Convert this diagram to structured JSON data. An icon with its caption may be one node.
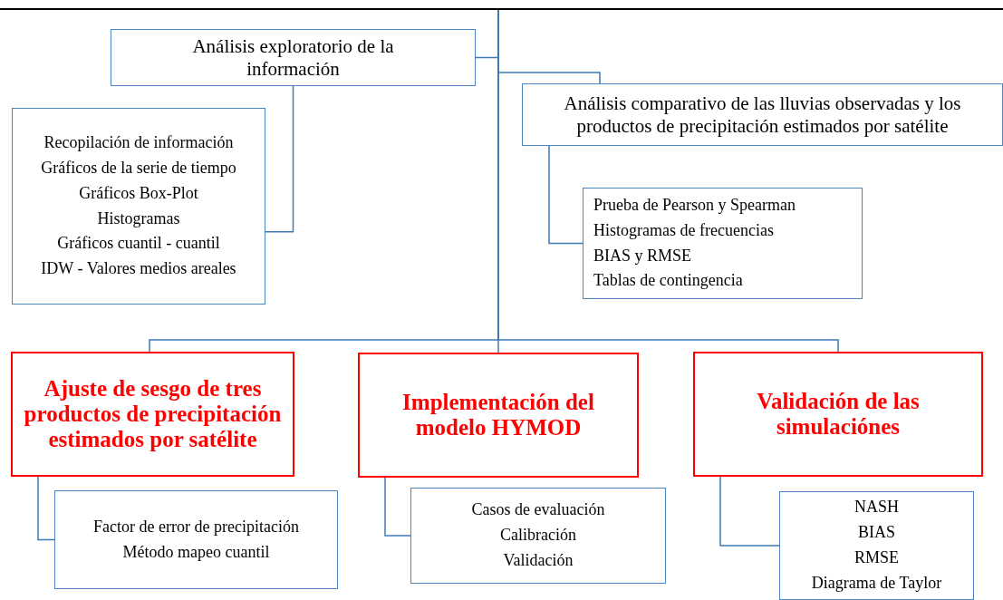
{
  "diagram": {
    "nodes": [
      {
        "text": [
          "Análisis exploratorio de la información"
        ]
      },
      {
        "text": [
          "Recopilación de información",
          "Gráficos de la serie de tiempo",
          "Gráficos Box-Plot",
          "Histogramas",
          "Gráficos cuantil - cuantil",
          "IDW - Valores medios areales"
        ]
      },
      {
        "text": [
          "Análisis comparativo de las lluvias observadas y los productos de precipitación estimados por satélite"
        ]
      },
      {
        "text": [
          "Prueba de Pearson y Spearman",
          "Histogramas de frecuencias",
          "BIAS y RMSE",
          "Tablas de contingencia"
        ]
      },
      {
        "text": [
          "Ajuste de sesgo de tres productos de precipitación estimados por satélite"
        ]
      },
      {
        "text": [
          "Factor de error de precipitación",
          "Método mapeo cuantil"
        ]
      },
      {
        "text": [
          "Implementación del modelo HYMOD"
        ]
      },
      {
        "text": [
          "Casos de evaluación",
          "Calibración",
          "Validación"
        ]
      },
      {
        "text": [
          "Validación de las simulaciónes"
        ]
      },
      {
        "text": [
          "NASH",
          "BIAS",
          "RMSE",
          "Diagrama de Taylor"
        ]
      }
    ],
    "edges": [
      {
        "from": null,
        "to": 0,
        "arrow": "none"
      },
      {
        "from": null,
        "to": 2,
        "arrow": "none"
      },
      {
        "from": null,
        "to": 4,
        "arrow": "none"
      },
      {
        "from": null,
        "to": 6,
        "arrow": "none"
      },
      {
        "from": null,
        "to": 8,
        "arrow": "none"
      },
      {
        "from": 0,
        "to": 1,
        "arrow": "none"
      },
      {
        "from": 2,
        "to": 3,
        "arrow": "none"
      },
      {
        "from": 4,
        "to": 5,
        "arrow": "none"
      },
      {
        "from": 6,
        "to": 7,
        "arrow": "none"
      },
      {
        "from": 8,
        "to": 9,
        "arrow": "none"
      }
    ]
  }
}
